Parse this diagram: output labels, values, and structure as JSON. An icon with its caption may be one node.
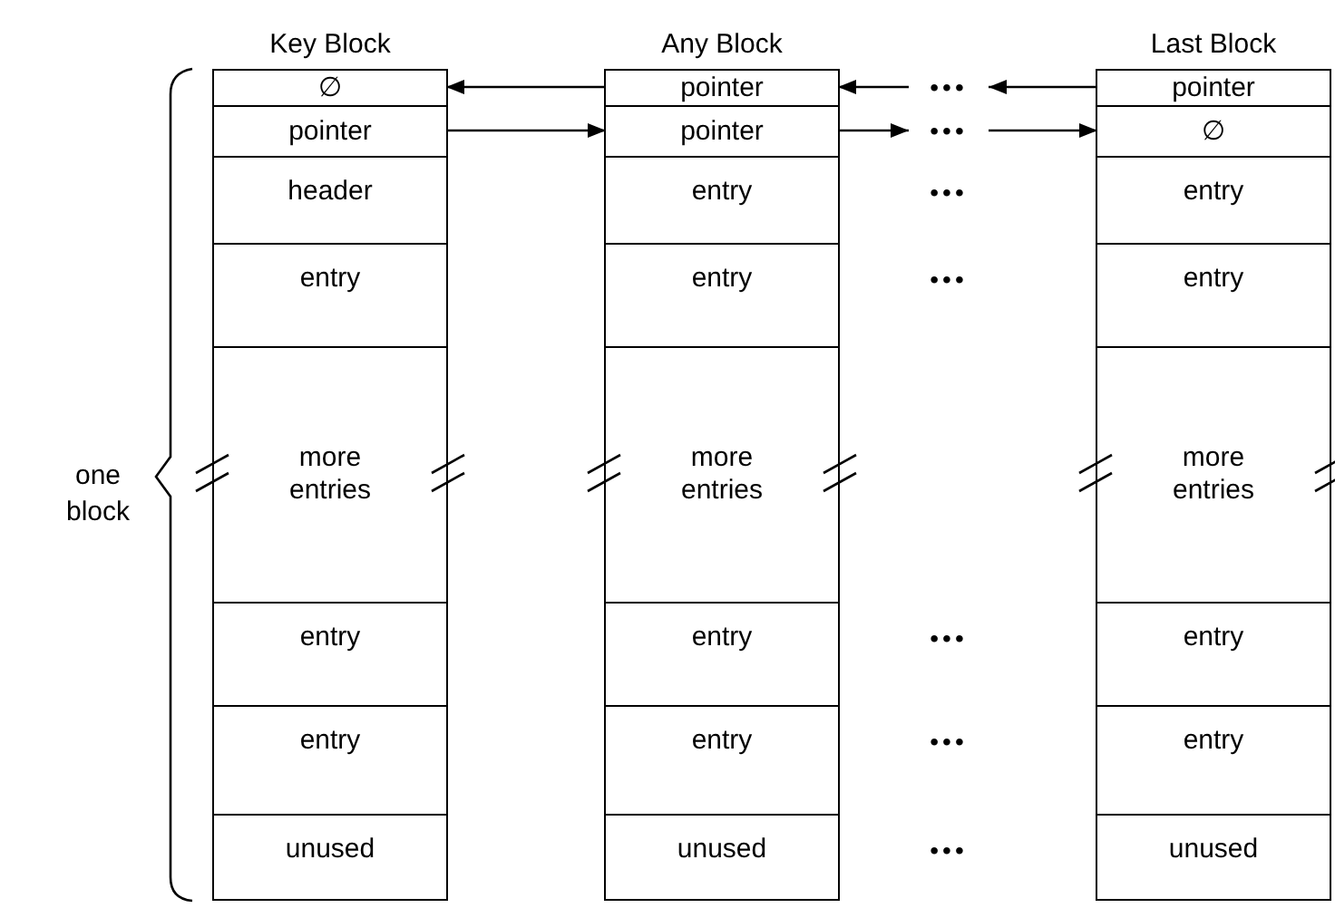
{
  "diagram": {
    "nodes": [
      {
        "text": [
          "Key Block"
        ]
      },
      {
        "text": [
          "∅"
        ],
        "in": 0
      },
      {
        "text": [
          "pointer"
        ],
        "in": 0
      },
      {
        "text": [
          "header"
        ],
        "in": 0
      },
      {
        "text": [
          "entry"
        ],
        "in": 0
      },
      {
        "text": [
          "more entries"
        ],
        "in": 0
      },
      {
        "text": [
          "entry"
        ],
        "in": 0
      },
      {
        "text": [
          "entry"
        ],
        "in": 0
      },
      {
        "text": [
          "unused"
        ],
        "in": 0
      },
      {
        "text": [
          "Any Block"
        ]
      },
      {
        "text": [
          "pointer"
        ],
        "in": 9
      },
      {
        "text": [
          "pointer"
        ],
        "in": 9
      },
      {
        "text": [
          "entry"
        ],
        "in": 9
      },
      {
        "text": [
          "entry"
        ],
        "in": 9
      },
      {
        "text": [
          "more entries"
        ],
        "in": 9
      },
      {
        "text": [
          "entry"
        ],
        "in": 9
      },
      {
        "text": [
          "entry"
        ],
        "in": 9
      },
      {
        "text": [
          "unused"
        ],
        "in": 9
      },
      {
        "text": [
          "Last Block"
        ]
      },
      {
        "text": [
          "pointer"
        ],
        "in": 18
      },
      {
        "text": [
          "∅"
        ],
        "in": 18
      },
      {
        "text": [
          "entry"
        ],
        "in": 18
      },
      {
        "text": [
          "entry"
        ],
        "in": 18
      },
      {
        "text": [
          "more entries"
        ],
        "in": 18
      },
      {
        "text": [
          "entry"
        ],
        "in": 18
      },
      {
        "text": [
          "entry"
        ],
        "in": 18
      },
      {
        "text": [
          "unused"
        ],
        "in": 18
      },
      {
        "text": [
          "•••"
        ]
      },
      {
        "text": [
          "•••"
        ]
      }
    ],
    "edges": [
      {
        "from": 10,
        "to": 1,
        "arrow": "to"
      },
      {
        "from": 27,
        "to": 10,
        "arrow": "to"
      },
      {
        "from": 19,
        "to": 27,
        "arrow": "to"
      },
      {
        "from": 2,
        "to": 11,
        "arrow": "to"
      },
      {
        "from": 11,
        "to": 28,
        "arrow": "to"
      },
      {
        "from": 28,
        "to": 20,
        "arrow": "to"
      }
    ],
    "labels": [
      "one block",
      "•••",
      "•••",
      "•••",
      "•••",
      "•••"
    ]
  }
}
